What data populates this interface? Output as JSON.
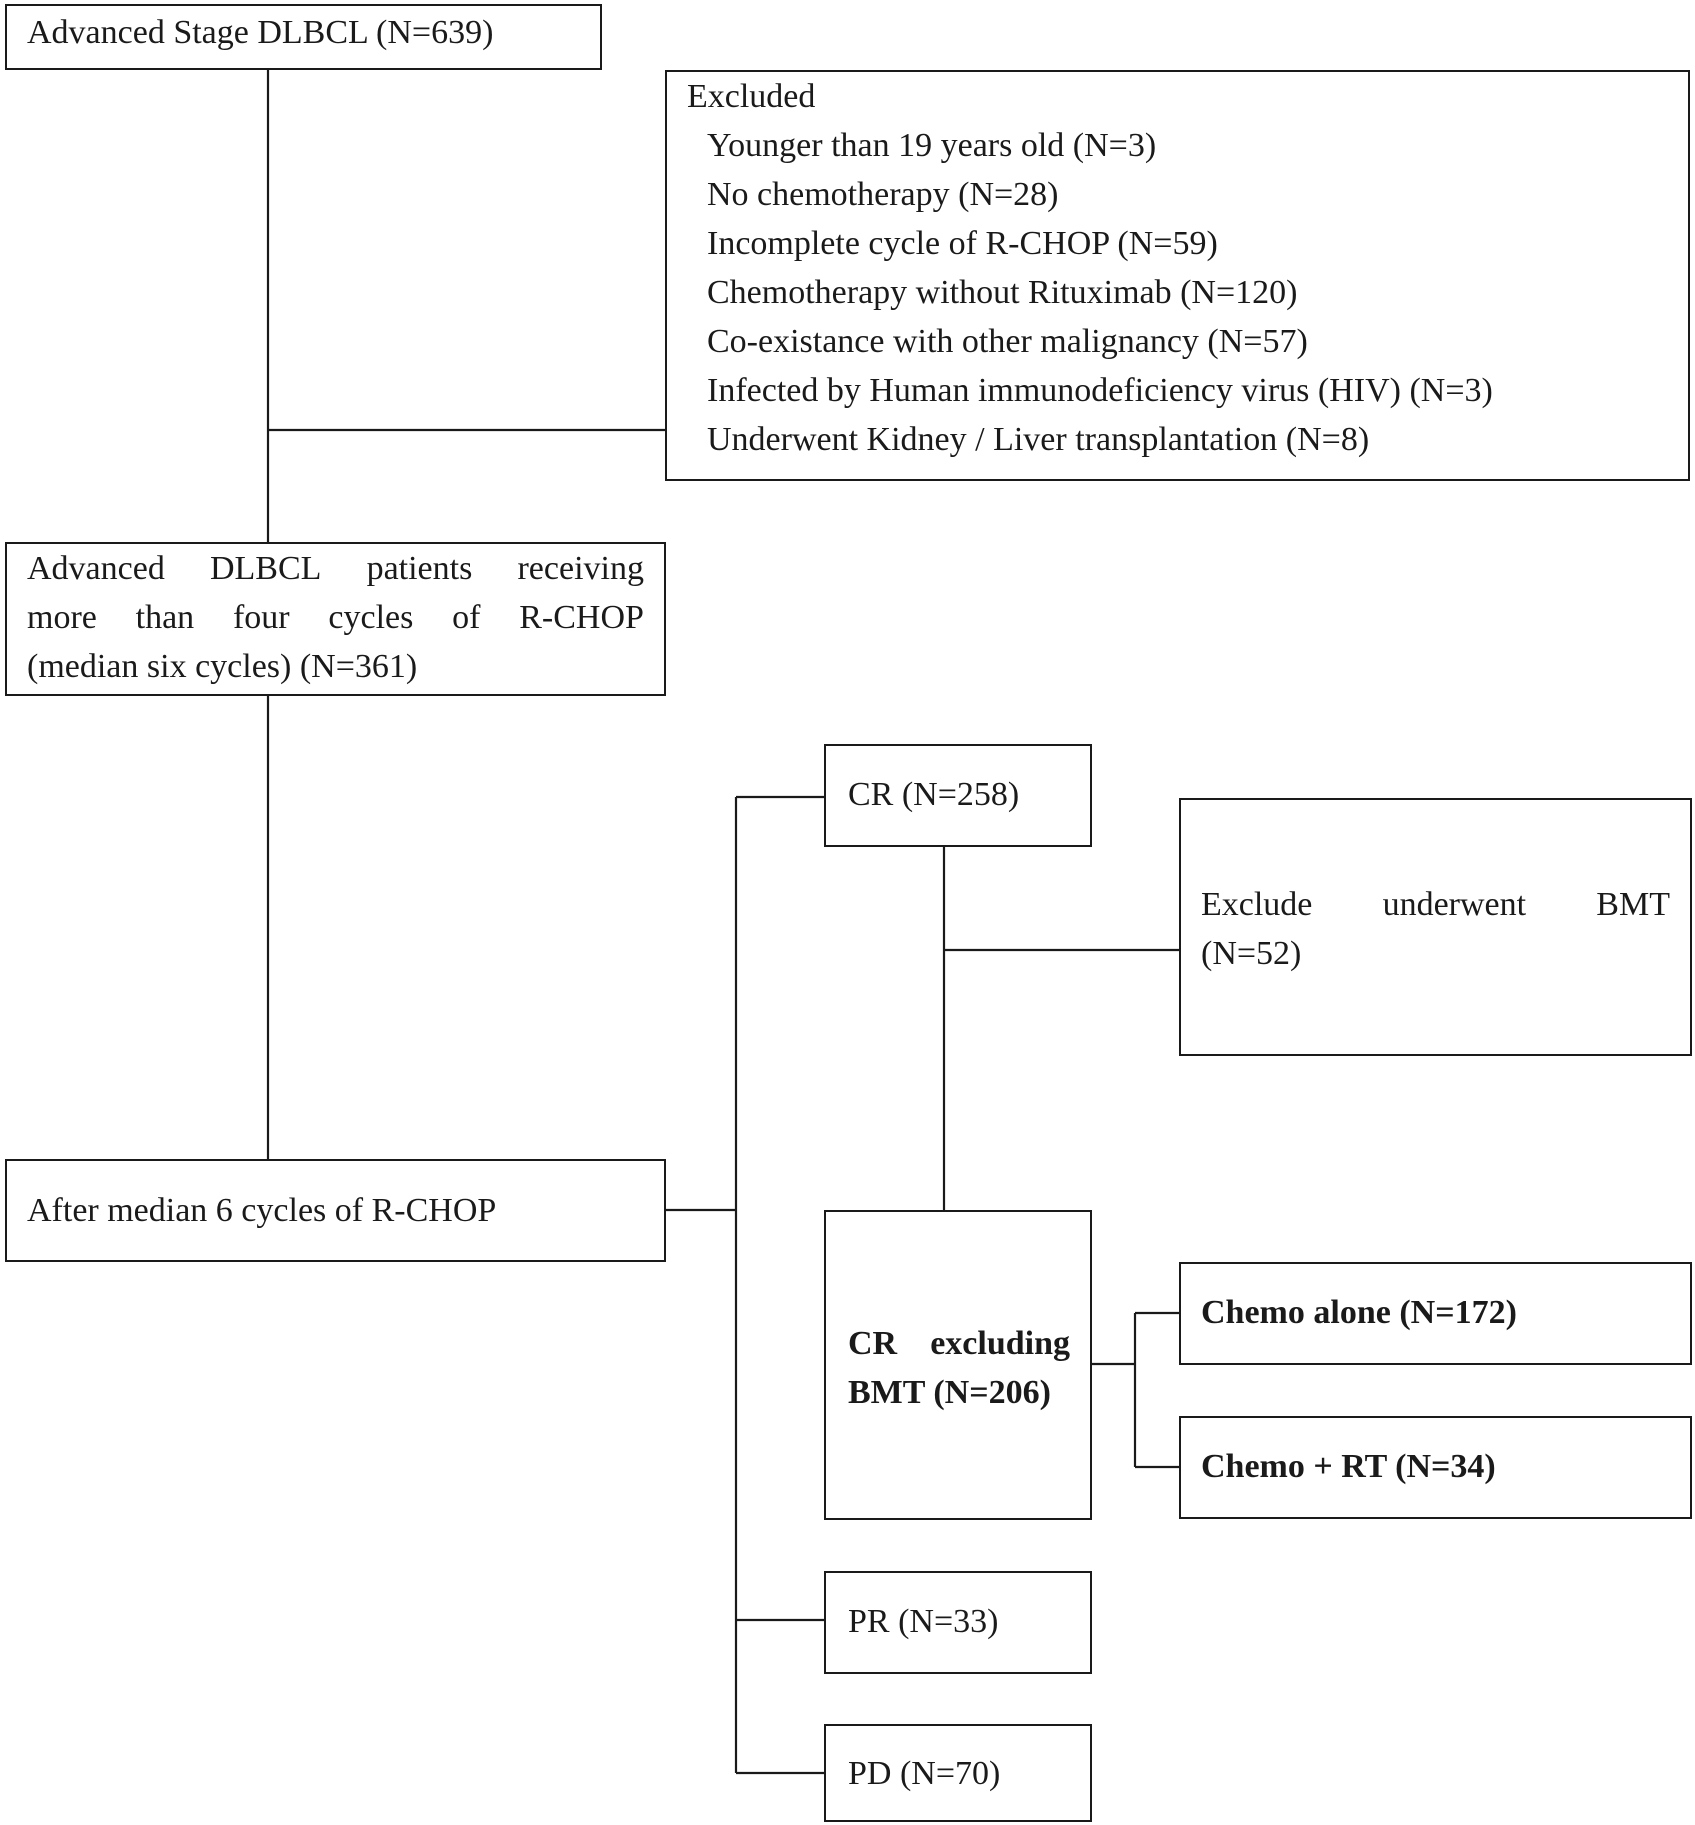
{
  "start": {
    "text": "Advanced Stage DLBCL (N=639)"
  },
  "excluded": {
    "title": "Excluded",
    "items": [
      "Younger than 19 years old (N=3)",
      "No chemotherapy (N=28)",
      "Incomplete cycle of R-CHOP (N=59)",
      "Chemotherapy without Rituximab (N=120)",
      "Co-existance with other malignancy (N=57)",
      "Infected by Human immunodeficiency virus (HIV) (N=3)",
      "Underwent Kidney / Liver transplantation (N=8)"
    ]
  },
  "eligible": {
    "line1_words": [
      "Advanced",
      "DLBCL",
      "patients",
      "receiving"
    ],
    "line2_words": [
      "more",
      "than",
      "four",
      "cycles",
      "of",
      "R-CHOP"
    ],
    "line3": "(median six cycles) (N=361)"
  },
  "after": {
    "text": "After median 6 cycles of R-CHOP"
  },
  "cr": {
    "text": "CR (N=258)"
  },
  "exclude_bmt": {
    "line1_words": [
      "Exclude",
      "underwent",
      "BMT"
    ],
    "line2": "(N=52)"
  },
  "cr_excluding_bmt": {
    "line1_words": [
      "CR",
      "excluding"
    ],
    "line2": "BMT (N=206)"
  },
  "chemo_alone": {
    "text": "Chemo alone (N=172)"
  },
  "chemo_rt": {
    "text": "Chemo + RT (N=34)"
  },
  "pr": {
    "text": "PR (N=33)"
  },
  "pd": {
    "text": "PD (N=70)"
  }
}
